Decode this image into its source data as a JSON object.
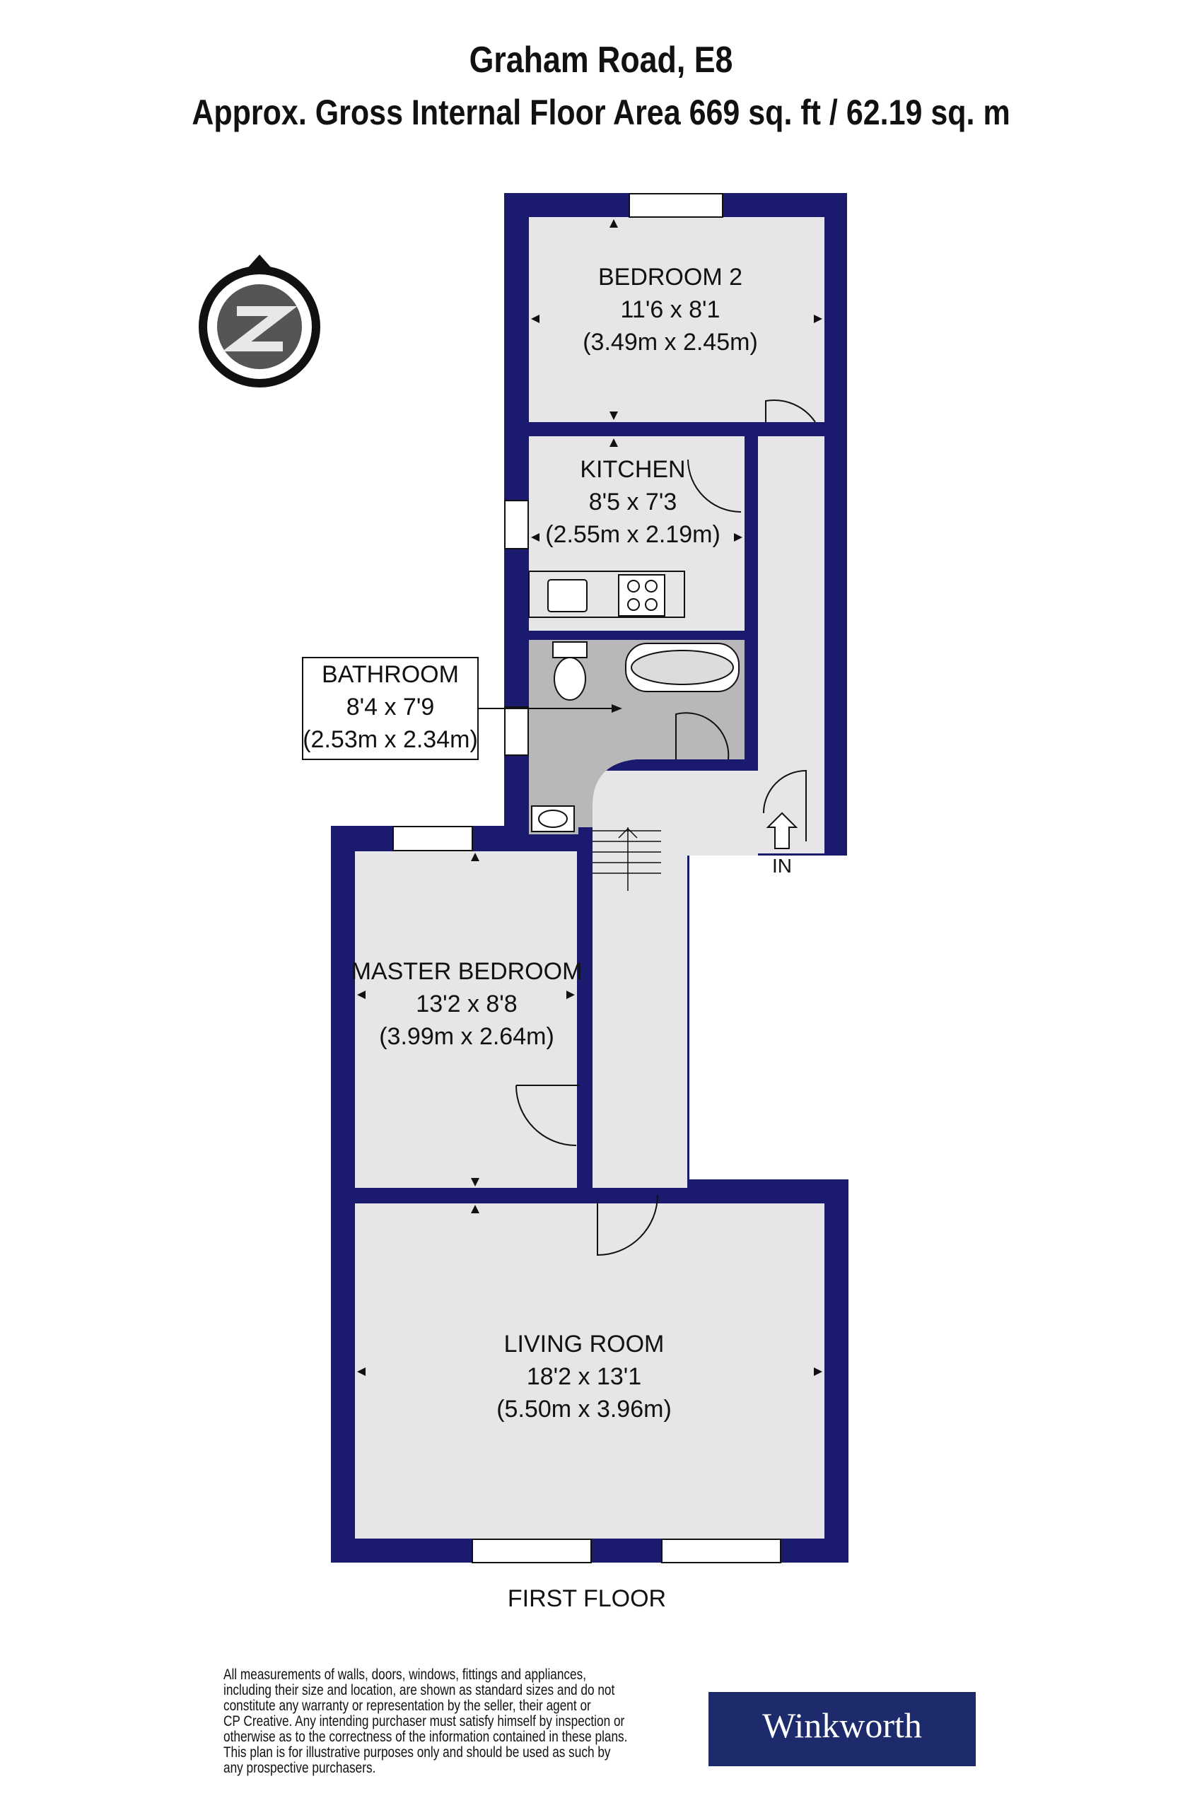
{
  "header": {
    "title": "Graham Road, E8",
    "subtitle": "Approx. Gross Internal Floor Area 669 sq. ft / 62.19 sq. m"
  },
  "compass": {
    "letter": "N"
  },
  "rooms": {
    "bedroom2": {
      "name": "BEDROOM 2",
      "imperial": "11'6 x 8'1",
      "metric": "(3.49m x 2.45m)"
    },
    "kitchen": {
      "name": "KITCHEN",
      "imperial": "8'5 x 7'3",
      "metric": "(2.55m x 2.19m)"
    },
    "bathroom": {
      "name": "BATHROOM",
      "imperial": "8'4 x 7'9",
      "metric": "(2.53m x 2.34m)"
    },
    "master_bedroom": {
      "name": "MASTER BEDROOM",
      "imperial": "13'2 x 8'8",
      "metric": "(3.99m x 2.64m)"
    },
    "living_room": {
      "name": "LIVING ROOM",
      "imperial": "18'2 x 13'1",
      "metric": "(5.50m x 3.96m)"
    }
  },
  "entrance": {
    "label": "IN"
  },
  "floor": {
    "label": "FIRST FLOOR"
  },
  "footer": {
    "disclaimer_lines": [
      "All measurements of walls, doors, windows, fittings and appliances,",
      "including their size and location, are shown as standard sizes and do not",
      "constitute any warranty or representation by the seller, their agent or",
      "CP Creative. Any intending purchaser must satisfy himself by inspection or",
      "otherwise as to the correctness of the information contained in these plans.",
      "This plan is for illustrative purposes only and should be used as such by",
      "any prospective purchasers."
    ],
    "brand": "Winkworth"
  },
  "colors": {
    "wall": "#1a1a6e",
    "floor": "#e6e6e8",
    "bathroom": "#b8b8ba",
    "brand_bg": "#1d2a6b"
  }
}
